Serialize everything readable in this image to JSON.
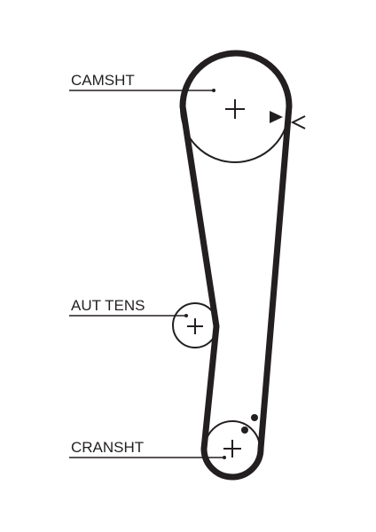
{
  "diagram": {
    "labels": {
      "camshaft": "CAMSHT",
      "tensioner": "AUT TENS",
      "crankshaft": "CRANSHT"
    },
    "colors": {
      "belt": "#231f20",
      "pulley_outline": "#231f20",
      "background": "#ffffff"
    },
    "icons": {
      "center_mark": "plus-sign",
      "rotation_indicator": "arrow-triangle",
      "direction_marker": "chevron-left",
      "timing_marks": "two-dots"
    }
  }
}
